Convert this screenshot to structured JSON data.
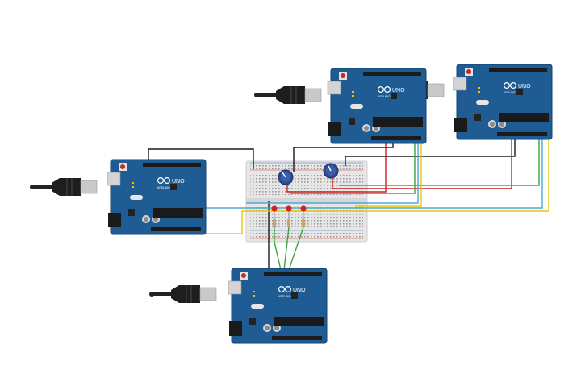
{
  "boards": [
    {
      "id": "uno-left",
      "brand": "ARDUINO",
      "model": "UNO"
    },
    {
      "id": "uno-top",
      "brand": "ARDUINO",
      "model": "UNO"
    },
    {
      "id": "uno-right",
      "brand": "ARDUINO",
      "model": "UNO"
    },
    {
      "id": "uno-bottom",
      "brand": "ARDUINO",
      "model": "UNO"
    }
  ],
  "breadboard": {
    "name": "breadboard"
  },
  "potentiometers": [
    {
      "id": "pot-1"
    },
    {
      "id": "pot-2"
    }
  ],
  "leds": [
    {
      "id": "led-1",
      "color": "#d02020"
    },
    {
      "id": "led-2",
      "color": "#d02020"
    },
    {
      "id": "led-3",
      "color": "#d02020"
    }
  ],
  "wire_colors": {
    "black": "#1a1a1a",
    "red": "#cc2020",
    "green": "#3aa53a",
    "yellow": "#e8c800",
    "blue": "#4aa8d8"
  },
  "board_color": "#1f5c94"
}
